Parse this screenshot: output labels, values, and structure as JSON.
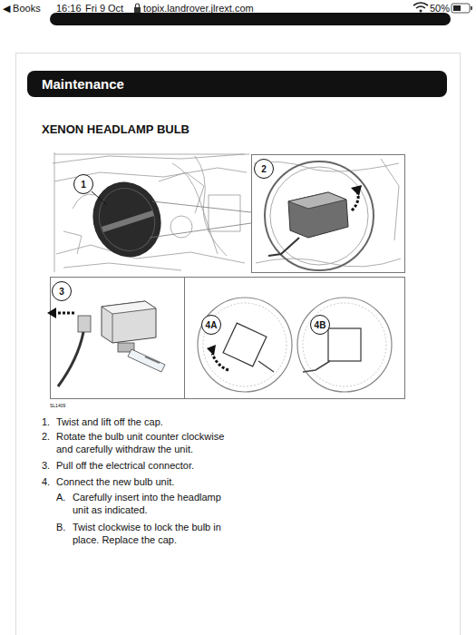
{
  "diagram": {
    "title": "XENON HEADLAMP BULB",
    "nodes": [
      {
        "text": [
          "Maintenance"
        ]
      },
      {
        "text": [
          "1"
        ]
      },
      {
        "text": [
          "2"
        ]
      },
      {
        "text": [
          "3"
        ]
      },
      {
        "text": [
          "4A"
        ]
      },
      {
        "text": [
          "4B"
        ]
      }
    ],
    "labels": [
      "◀ Books",
      "16:16",
      "Fri 9 Oct",
      "topix.landrover.jlrext.com",
      "50%",
      "SL1409",
      "1.",
      "Twist and lift off the cap.",
      "2.",
      "Rotate the bulb unit counter clockwise and carefully withdraw the unit.",
      "3.",
      "Pull off the electrical connector.",
      "4.",
      "Connect the new bulb unit.",
      "A.",
      "Carefully insert into the headlamp unit as indicated.",
      "B.",
      "Twist clockwise to lock the bulb in place. Replace the cap."
    ]
  }
}
